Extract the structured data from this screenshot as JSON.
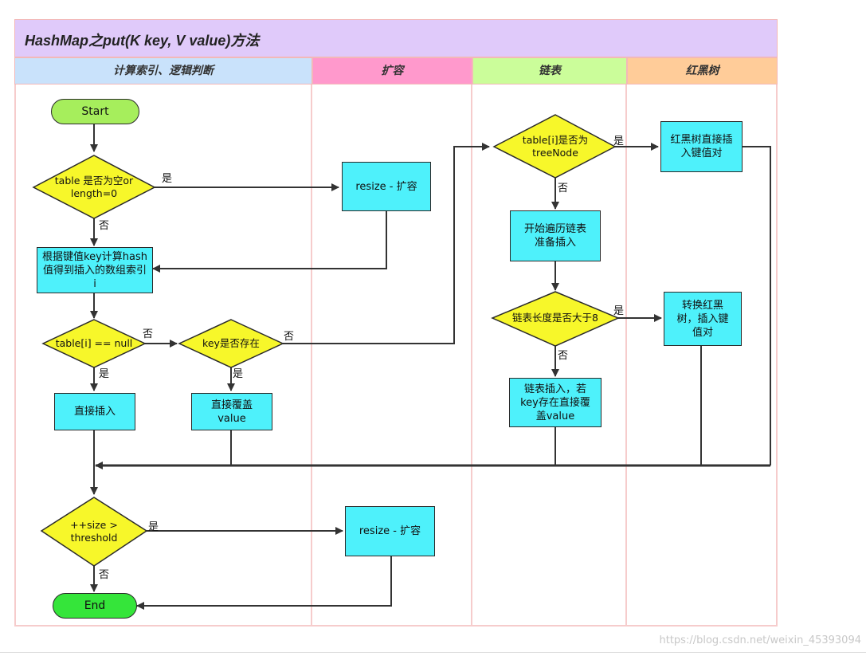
{
  "title": "HashMap之put(K key, V value)方法",
  "lanes": {
    "index": "计算索引、逻辑判断",
    "resize": "扩容",
    "list": "链表",
    "tree": "红黑树"
  },
  "colors": {
    "title_bg": "#e0cafa",
    "lane_index": "#c9e2fb",
    "lane_resize": "#ff99cc",
    "lane_list": "#cbfd9a",
    "lane_tree": "#ffcc99",
    "process": "#4ef1fb",
    "decision": "#f7f72a",
    "start": "#a6ee5c",
    "end": "#35e53a"
  },
  "nodes": {
    "start": "Start",
    "table_empty": "table 是否为空or length=0",
    "resize1": "resize - 扩容",
    "compute_hash": "根据键值key计算hash值得到插入的数组索引i",
    "table_i_null": "table[i] == null",
    "key_exists": "key是否存在",
    "direct_insert": "直接插入",
    "overwrite_value": "直接覆盖 value",
    "is_treenode": "table[i]是否为 treeNode",
    "tree_insert": "红黑树直接插入键值对",
    "traverse_list": "开始遍历链表准备插入",
    "list_len_gt8": "链表长度是否大于8",
    "convert_tree": "转换红黑树，插入键值对",
    "list_insert": "链表插入，若key存在直接覆盖value",
    "size_gt_threshold": "++size > threshold",
    "resize2": "resize - 扩容",
    "end": "End"
  },
  "edge_labels": {
    "yes": "是",
    "no": "否"
  },
  "watermark": "https://blog.csdn.net/weixin_45393094"
}
